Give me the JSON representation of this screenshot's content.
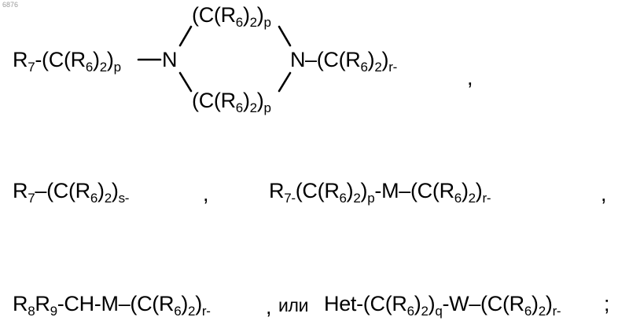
{
  "page_id": "6876",
  "ring": {
    "top_group": {
      "main": "(C(R",
      "sub1": "6",
      "mid": ")",
      "sub2": "2",
      "end": ")",
      "sub3": "p"
    },
    "bottom_group": {
      "main": "(C(R",
      "sub1": "6",
      "mid": ")",
      "sub2": "2",
      "end": ")",
      "sub3": "p"
    },
    "left_chain": {
      "a": "R",
      "a_sub": "7",
      "b": "-(C(R",
      "b_sub": "6",
      "c": ")",
      "c_sub": "2",
      "d": ")",
      "d_sub": "p"
    },
    "n_left": "N",
    "n_right": "N",
    "right_chain": {
      "a": "–(C(R",
      "a_sub": "6",
      "b": ")",
      "b_sub": "2",
      "c": ")",
      "c_sub": "r-"
    }
  },
  "row2": {
    "f1": {
      "a": "R",
      "a_sub": "7",
      "b": "–(C(R",
      "b_sub": "6",
      "c": ")",
      "c_sub": "2",
      "d": ")",
      "d_sub": "s-"
    },
    "f2": {
      "a": "R",
      "a_sub": "7-",
      "b": "(C(R",
      "b_sub": "6",
      "c": ")",
      "c_sub": "2",
      "d": ")",
      "d_sub": "p",
      "e": "-M–(C(R",
      "e_sub": "6",
      "f": ")",
      "f_sub": "2",
      "g": ")",
      "g_sub": "r-"
    }
  },
  "row3": {
    "f1": {
      "a": "R",
      "a_sub": "8",
      "b": "R",
      "b_sub": "9",
      "c": "-CH-M–(C(R",
      "c_sub": "6",
      "d": ")",
      "d_sub": "2",
      "e": ")",
      "e_sub": "r-"
    },
    "connector": "или",
    "f2": {
      "a": "Het-(C(R",
      "a_sub": "6",
      "b": ")",
      "b_sub": "2",
      "c": ")",
      "c_sub": "q",
      "d": "-W–(C(R",
      "d_sub": "6",
      "e": ")",
      "e_sub": "2",
      "f": ")",
      "f_sub": "r-"
    }
  },
  "punct": {
    "comma": ",",
    "semicolon": ";"
  }
}
